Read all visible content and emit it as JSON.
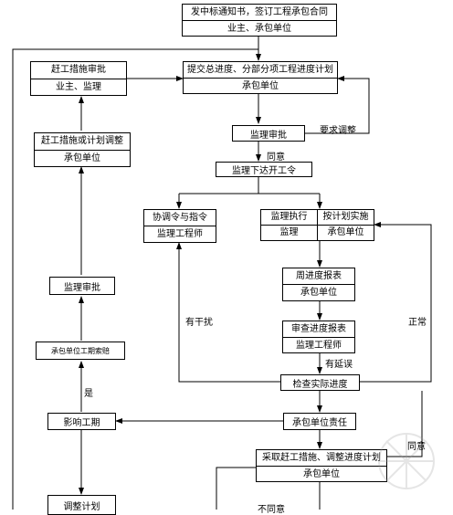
{
  "nodes": {
    "contract": {
      "line1": "发中标通知书，签订工程承包合同",
      "line2": "业主、承包单位"
    },
    "rush_approve": {
      "line1": "赶工措施审批",
      "line2": "业主、监理"
    },
    "submit_plan": {
      "line1": "提交总进度、分部分项工程进度计划",
      "line2": "承包单位"
    },
    "supervise_review": {
      "text": "监理审批"
    },
    "rush_adjust": {
      "line1": "赶工措施或计划调整",
      "line2": "承包单位"
    },
    "start_order": {
      "text": "监理下达开工令"
    },
    "coordinate": {
      "line1": "协调令与指令",
      "line2": "监理工程师"
    },
    "execute": {
      "left1": "监理执行",
      "left2": "监理",
      "right1": "按计划实施",
      "right2": "承包单位"
    },
    "weekly_report": {
      "line1": "周进度报表",
      "line2": "承包单位"
    },
    "supervise_approve": {
      "text": "监理审批"
    },
    "review_report": {
      "line1": "审查进度报表",
      "line2": "监理工程师"
    },
    "contractor_delay": {
      "text": "承包单位工期索赔"
    },
    "check_progress": {
      "text": "检查实际进度"
    },
    "affect_schedule": {
      "text": "影响工期"
    },
    "contractor_resp": {
      "text": "承包单位责任"
    },
    "take_measures": {
      "line1": "采取赶工措施、调整进度计划",
      "line2": "承包单位"
    },
    "adjust_plan": {
      "text": "调整计划"
    }
  },
  "labels": {
    "require_adjust": "要求调整",
    "agree": "同意",
    "interfere": "有干扰",
    "normal": "正常",
    "delayed": "有延误",
    "yes": "是",
    "agree2": "同意",
    "disagree": "不同意"
  },
  "colors": {
    "line": "#000000",
    "background": "#ffffff"
  }
}
